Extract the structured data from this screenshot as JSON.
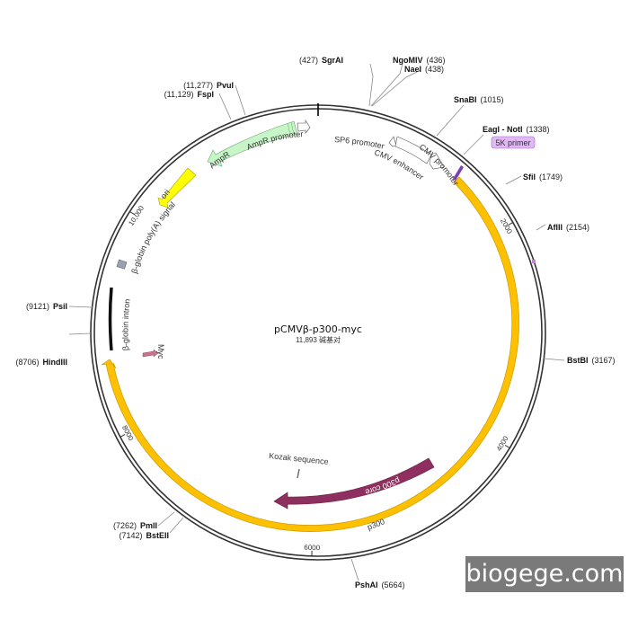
{
  "map": {
    "name": "pCMVβ-p300-myc",
    "size_text": "11,893 碱基对",
    "total_bp": 11893,
    "colors": {
      "yellow": "#ffc000",
      "green": "#c8f5c8",
      "maroon": "#8f2f5f",
      "myc": "#c9738d",
      "primer": "#e0b8f5"
    }
  },
  "ticks": [
    {
      "bp": 2000,
      "label": "2000"
    },
    {
      "bp": 4000,
      "label": "4000"
    },
    {
      "bp": 6000,
      "label": "6000"
    },
    {
      "bp": 8000,
      "label": "8000"
    },
    {
      "bp": 10000,
      "label": "10,000"
    }
  ],
  "sites": [
    {
      "name": "SgrAI",
      "pos": "(427)"
    },
    {
      "name": "NgoMIV",
      "pos": "(436)"
    },
    {
      "name": "NaeI",
      "pos": "(438)"
    },
    {
      "name": "SnaBI",
      "pos": "(1015)"
    },
    {
      "name": "EagI - NotI",
      "pos": "(1338)"
    },
    {
      "name": "SfiI",
      "pos": "(1749)"
    },
    {
      "name": "AflII",
      "pos": "(2154)"
    },
    {
      "name": "BstBI",
      "pos": "(3167)"
    },
    {
      "name": "PshAI",
      "pos": "(5664)"
    },
    {
      "name": "BstEII",
      "pos": "(7142)"
    },
    {
      "name": "PmlI",
      "pos": "(7262)"
    },
    {
      "name": "HindIII",
      "pos": "(8706)"
    },
    {
      "name": "PsiI",
      "pos": "(9121)"
    },
    {
      "name": "FspI",
      "pos": "(11,129)"
    },
    {
      "name": "PvuI",
      "pos": "(11,277)"
    }
  ],
  "features": {
    "p300": "p300",
    "p300_core": "p300 core",
    "kozak": "Kozak sequence",
    "myc": "Myc",
    "globin_intron": "β-globin intron",
    "globin_polya": "β-globin poly(A) signal",
    "ori": "ori",
    "ampr": "AmpR",
    "ampr_promoter": "AmpR promoter",
    "sp6": "SP6 promoter",
    "cmv_enh": "CMV enhancer",
    "cmv_prom": "CMV promoter",
    "primer": "5K primer"
  },
  "watermark": "biogege.com"
}
